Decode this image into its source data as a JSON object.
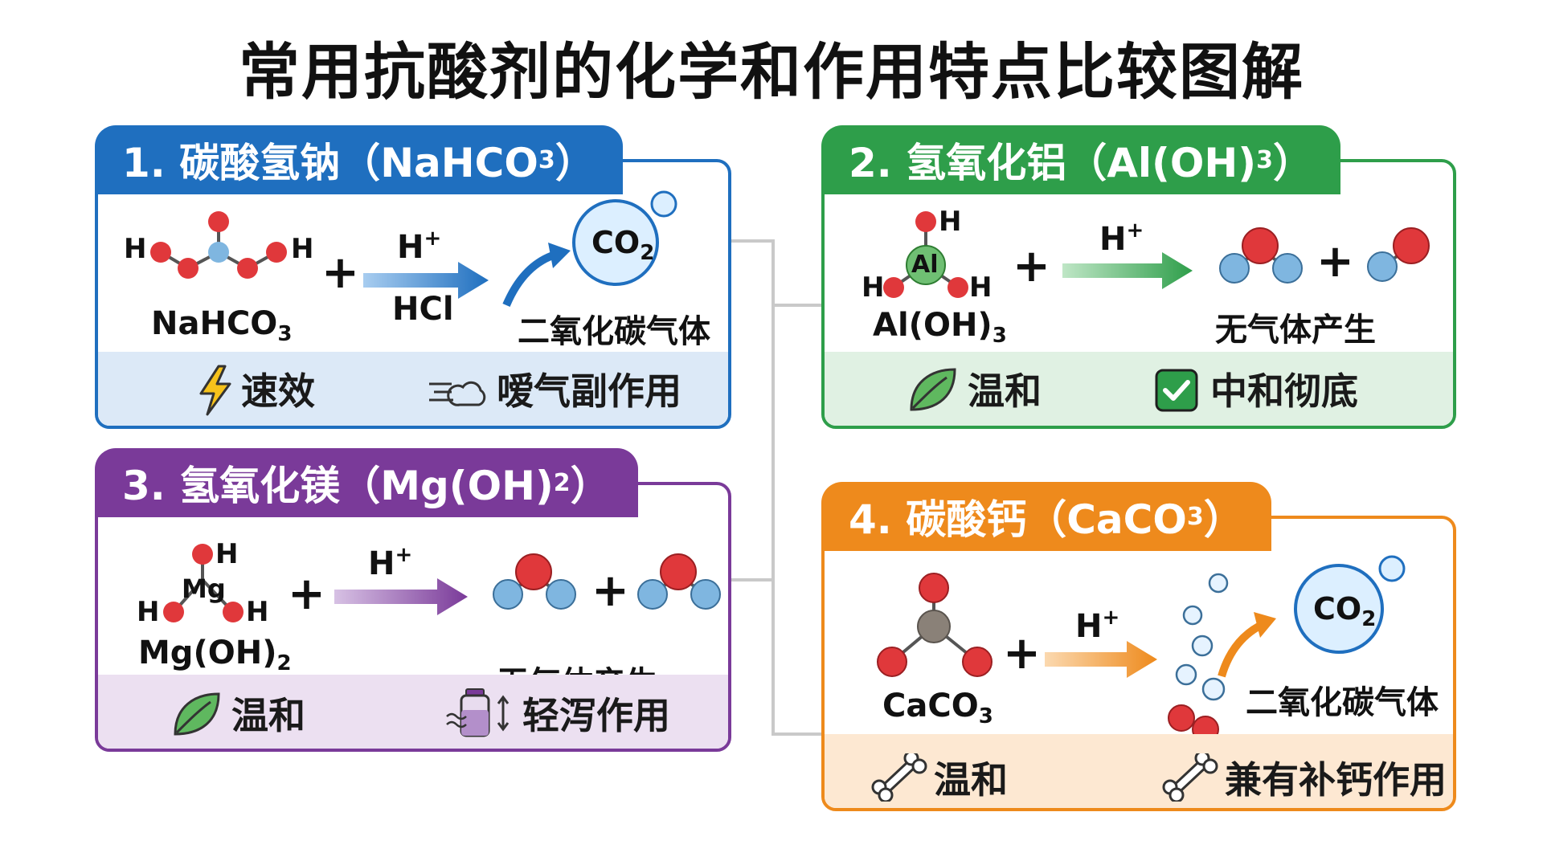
{
  "title": "常用抗酸剂的化学和作用特点比较图解",
  "colors": {
    "blue": "#1f6fbf",
    "green": "#2e9e4a",
    "purple": "#7a3a99",
    "orange": "#ee8a1c",
    "atom_red": "#e0383b",
    "atom_blue": "#7fb6e0",
    "atom_gray": "#8a8178",
    "atom_green": "#6fbf73"
  },
  "cards": [
    {
      "tab_prefix": "1. 碳酸氢钠（NaHCO",
      "tab_sub": "3",
      "tab_suffix": "）",
      "reactant_label": "NaHCO",
      "reactant_sub": "3",
      "arrow_top": "H",
      "arrow_top_sup": "+",
      "arrow_bottom": "HCl",
      "product_bubble": "CO",
      "product_bubble_sub": "2",
      "product_label": "二氧化碳气体",
      "atom_labels": [
        "H",
        "H"
      ],
      "features": [
        {
          "icon": "lightning-icon",
          "text": "速效"
        },
        {
          "icon": "gas-puff-icon",
          "text": "嗳气副作用"
        }
      ]
    },
    {
      "tab_prefix": "2. 氢氧化铝（Al(OH)",
      "tab_sub": "3",
      "tab_suffix": "）",
      "reactant_label": "Al(OH)",
      "reactant_sub": "3",
      "center_atom": "Al",
      "atom_labels": [
        "H",
        "H",
        "H"
      ],
      "arrow_top": "H",
      "arrow_top_sup": "+",
      "product_label": "无气体产生",
      "features": [
        {
          "icon": "leaf-icon",
          "text": "温和"
        },
        {
          "icon": "checkbox-icon",
          "text": "中和彻底"
        }
      ]
    },
    {
      "tab_prefix": "3. 氢氧化镁（Mg(OH)",
      "tab_sub": "2",
      "tab_suffix": "）",
      "reactant_label": "Mg(OH)",
      "reactant_sub": "2",
      "center_atom": "Mg",
      "atom_labels": [
        "H",
        "H",
        "H"
      ],
      "arrow_top": "H",
      "arrow_top_sup": "+",
      "product_label": "无气体产生",
      "features": [
        {
          "icon": "leaf-icon",
          "text": "温和"
        },
        {
          "icon": "laxative-bottle-icon",
          "text": "轻泻作用"
        }
      ]
    },
    {
      "tab_prefix": "4. 碳酸钙（CaCO",
      "tab_sub": "3",
      "tab_suffix": "）",
      "reactant_label": "CaCO",
      "reactant_sub": "3",
      "arrow_top": "H",
      "arrow_top_sup": "+",
      "product_bubble": "CO",
      "product_bubble_sub": "2",
      "product_label": "二氧化碳气体",
      "features": [
        {
          "icon": "bone-icon",
          "text": "温和"
        },
        {
          "icon": "bone-icon",
          "text": "兼有补钙作用"
        }
      ]
    }
  ]
}
